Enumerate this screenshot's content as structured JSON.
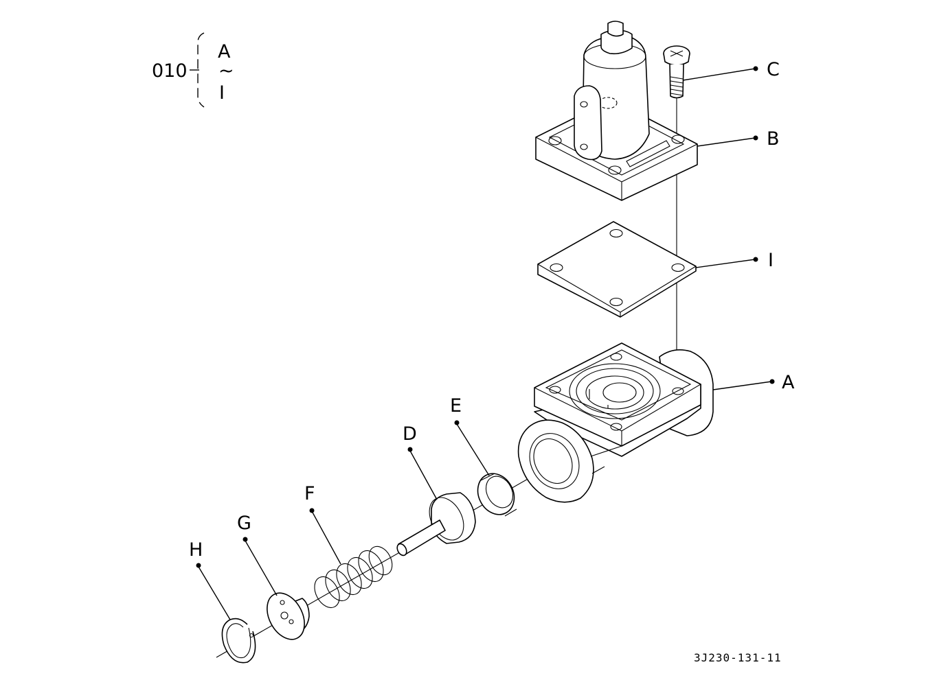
{
  "reference": {
    "number": "010",
    "range_start": "A",
    "range_sep": "~",
    "range_end": "I"
  },
  "drawing_code": "3J230-131-11",
  "callouts": [
    {
      "id": "C",
      "label": "C"
    },
    {
      "id": "B",
      "label": "B"
    },
    {
      "id": "I",
      "label": "I"
    },
    {
      "id": "A",
      "label": "A"
    },
    {
      "id": "E",
      "label": "E"
    },
    {
      "id": "D",
      "label": "D"
    },
    {
      "id": "F",
      "label": "F"
    },
    {
      "id": "G",
      "label": "G"
    },
    {
      "id": "H",
      "label": "H"
    }
  ]
}
